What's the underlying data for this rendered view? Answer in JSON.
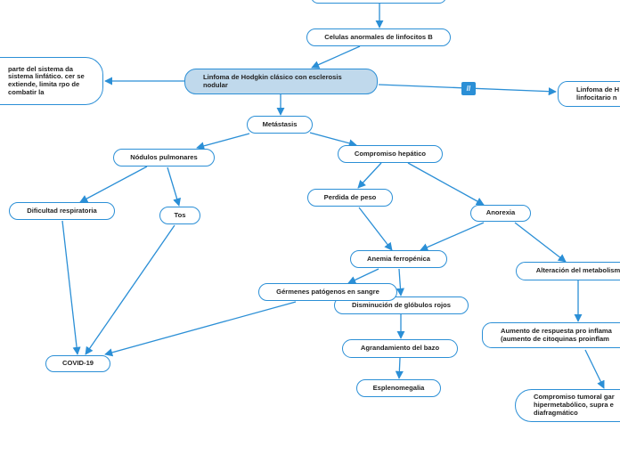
{
  "nodes": {
    "celulas": "Celulas anormales de linfocitos B",
    "left_note": "parte del sistema da sistema linfático. cer se extiende, limita rpo de combatir la",
    "main": "Linfoma de Hodgkin clásico con esclerosis nodular",
    "right_top": "Linfoma de H linfocitario n",
    "metastasis": "Metástasis",
    "nodulos": "Nódulos pulmonares",
    "compromiso_hepatico": "Compromiso hepático",
    "perdida_peso": "Perdida de peso",
    "anorexia": "Anorexia",
    "dificultad": "Dificultad respiratoria",
    "tos": "Tos",
    "anemia": "Anemia ferropénica",
    "alteracion": "Alteración del metabolism",
    "germenes": "Gérmenes patógenos en sangre",
    "disminucion": "Disminución de glóbulos rojos",
    "covid": "COVID-19",
    "agrandamiento": "Agrandamiento del bazo",
    "aumento": "Aumento de respuesta pro inflama (aumento de citoquinas proinflam",
    "esplenomegalia": "Esplenomegalia",
    "compromiso_tumoral": "Compromiso tumoral gar hipermetabólico, supra e diafragmático"
  },
  "link_badge": "//",
  "colors": {
    "edge": "#2b8fd6",
    "main_fill": "#c0d9ec"
  }
}
